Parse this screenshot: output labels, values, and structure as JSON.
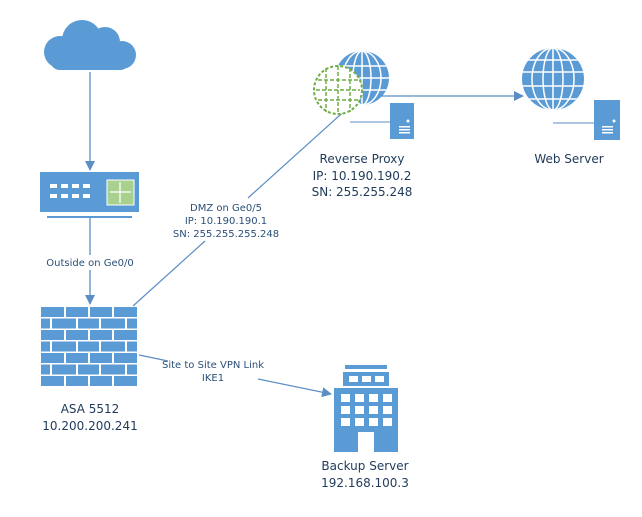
{
  "colors": {
    "device": "#5b9bd5",
    "line": "#5b8ec4",
    "router": "#a9d18e",
    "proxy": "#70ad47",
    "text": "#1f3a5a"
  },
  "nodes": {
    "cloud": {
      "icon": "cloud-icon"
    },
    "switch": {
      "icon": "switch-icon"
    },
    "firewall": {
      "icon": "firewall-icon",
      "name": "ASA 5512",
      "ip": "10.200.200.241"
    },
    "reverse_proxy": {
      "icon": "proxy-globe-icon",
      "name": "Reverse Proxy",
      "ip": "IP: 10.190.190.2",
      "sn": "SN: 255.255.248"
    },
    "web_server": {
      "icon": "web-globe-icon",
      "name": "Web Server"
    },
    "backup_server": {
      "icon": "building-icon",
      "name": "Backup Server",
      "ip": "192.168.100.3"
    }
  },
  "links": {
    "outside": {
      "label": "Outside on Ge0/0"
    },
    "dmz": {
      "line1": "DMZ on Ge0/5",
      "line2": "IP: 10.190.190.1",
      "line3": "SN: 255.255.255.248"
    },
    "vpn": {
      "line1": "Site to Site VPN Link",
      "line2": "IKE1"
    }
  }
}
